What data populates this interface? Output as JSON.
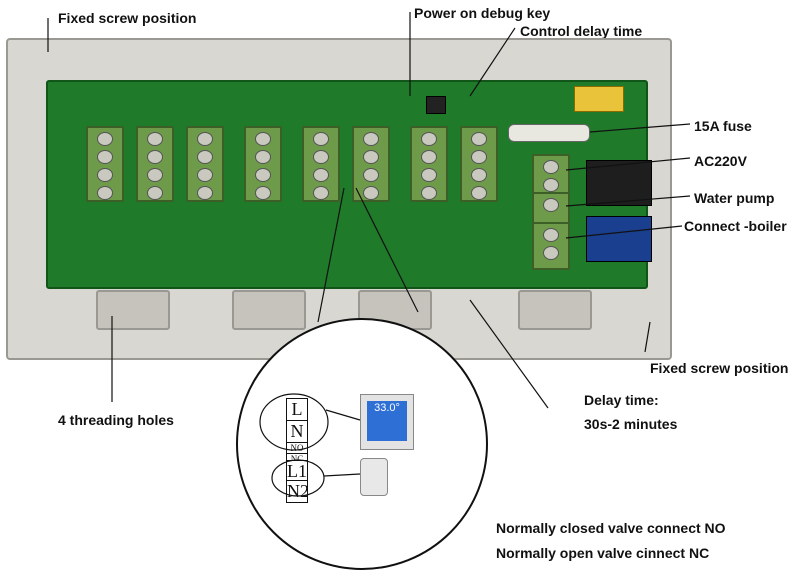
{
  "labels": {
    "fixed_screw_top": "Fixed screw position",
    "power_debug": "Power on debug key",
    "control_delay": "Control delay time",
    "fuse": "15A fuse",
    "ac220": "AC220V",
    "water_pump": "Water pump",
    "boiler": "Connect -boiler",
    "fixed_screw_bottom": "Fixed screw position",
    "threading_holes": "4 threading holes",
    "delay_time_title": "Delay time:",
    "delay_time_value": "30s-2 minutes",
    "valve_nc": "Normally closed valve connect NO",
    "valve_no": "Normally open valve cinnect NC"
  },
  "terminals": {
    "L": "L",
    "N": "N",
    "NO": "NO",
    "NC": "NC",
    "L1": "L1",
    "N2": "N2"
  },
  "thermostat_temp": "33.0°",
  "colors": {
    "pcb": "#1f7a2a",
    "terminal_block": "#6e9b4a",
    "enclosure": "#d9d7d1",
    "thermostat_screen": "#2e6fd6"
  }
}
